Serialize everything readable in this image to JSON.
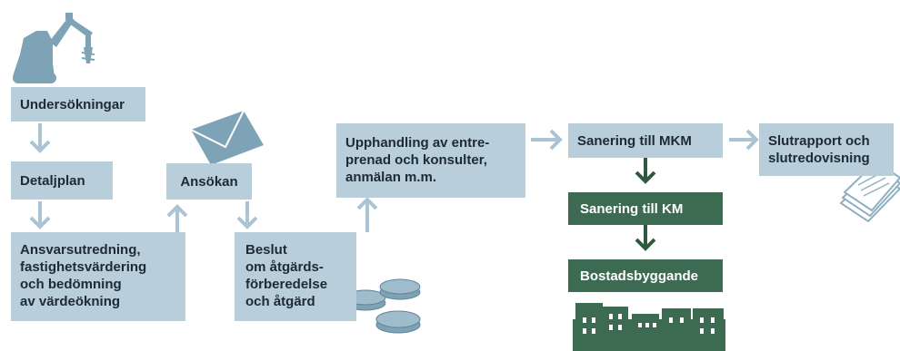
{
  "steps": {
    "undersokningar": "Undersökningar",
    "detaljplan": "Detaljplan",
    "ansvarsutredning": "Ansvarsutredning,\nfastighetsvärdering\noch bedömning\nav värdeökning",
    "ansokan": "Ansökan",
    "beslut": "Beslut\nom åtgärds-\nförberedelse\noch åtgärd",
    "upphandling": "Upphandling av entre-\nprenad och konsulter,\nanmälan m.m.",
    "sanering_mkm": "Sanering till MKM",
    "sanering_km": "Sanering till KM",
    "bostadsbyggande": "Bostadsbyggande",
    "slutrapport": "Slutrapport och\nslutredovisning"
  },
  "colors": {
    "light_box": "#b8cfdb",
    "dark_box": "#3d6b52",
    "light_arrow": "#a9c4d3",
    "dark_arrow": "#2f5a3f",
    "icon": "#7fa3b6"
  },
  "icons": [
    "excavator-icon",
    "envelope-icon",
    "coins-icon",
    "documents-icon",
    "buildings-icon"
  ]
}
